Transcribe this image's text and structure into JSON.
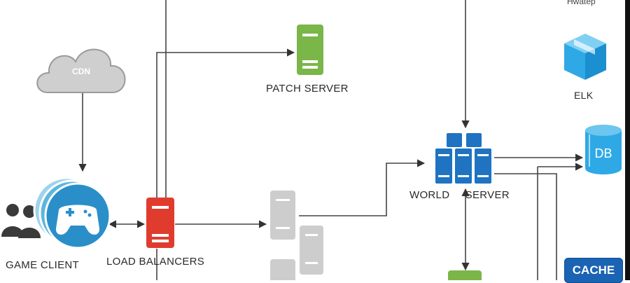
{
  "nodes": {
    "cdn": {
      "label": "CDN",
      "icon": "cloud-icon"
    },
    "patch_server": {
      "label": "PATCH SERVER",
      "icon": "server-icon",
      "color": "#7ab648"
    },
    "game_client": {
      "label": "GAME CLIENT",
      "icon": "gamepad-icon",
      "color": "#2a8fc9"
    },
    "load_balancers": {
      "label": "LOAD BALANCERS",
      "icon": "server-icon",
      "color": "#e03c2e"
    },
    "app_servers": {
      "label": "",
      "icon": "server-icon",
      "color": "#c9c9c9"
    },
    "world_server": {
      "label": "WORLD     SERVER",
      "icon": "server-cluster-icon",
      "color": "#1f73c1"
    },
    "elk": {
      "label": "ELK",
      "icon": "cube-icon",
      "color": "#2fa9e6"
    },
    "db": {
      "label": "DB",
      "icon": "database-icon",
      "color": "#2fa9e6"
    },
    "cache": {
      "label": "CACHE",
      "color": "#1b63b3"
    }
  },
  "top_right_fragment": "Hwatep"
}
